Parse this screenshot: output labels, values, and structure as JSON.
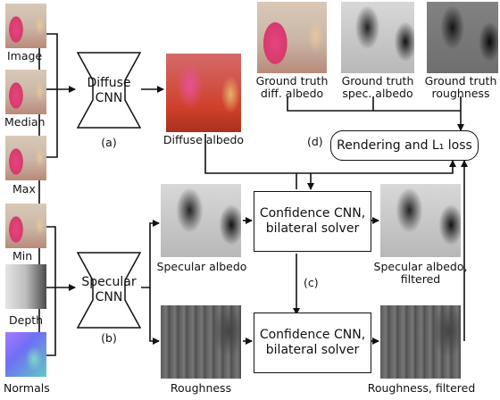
{
  "inputs": {
    "image": "Image",
    "median": "Median",
    "max": "Max",
    "min": "Min",
    "depth": "Depth",
    "normals": "Normals"
  },
  "diffuse_cnn": {
    "label": "Diffuse\nCNN",
    "tag": "(a)"
  },
  "specular_cnn": {
    "label": "Specular\nCNN",
    "tag": "(b)"
  },
  "outputs": {
    "diffuse_albedo": "Diffuse albedo",
    "specular_albedo": "Specular albedo",
    "roughness": "Roughness",
    "specular_albedo_filtered": "Specular albedo,\nfiltered",
    "roughness_filtered": "Roughness, filtered"
  },
  "ground_truth": {
    "diff_albedo": "Ground truth\ndiff. albedo",
    "spec_albedo": "Ground truth\nspec. albedo",
    "roughness": "Ground truth\nroughness"
  },
  "confidence_top": "Confidence CNN,\nbilateral solver",
  "confidence_bottom": "Confidence CNN,\nbilateral solver",
  "tag_c": "(c)",
  "tag_d": "(d)",
  "loss": "Rendering and L₁ loss"
}
